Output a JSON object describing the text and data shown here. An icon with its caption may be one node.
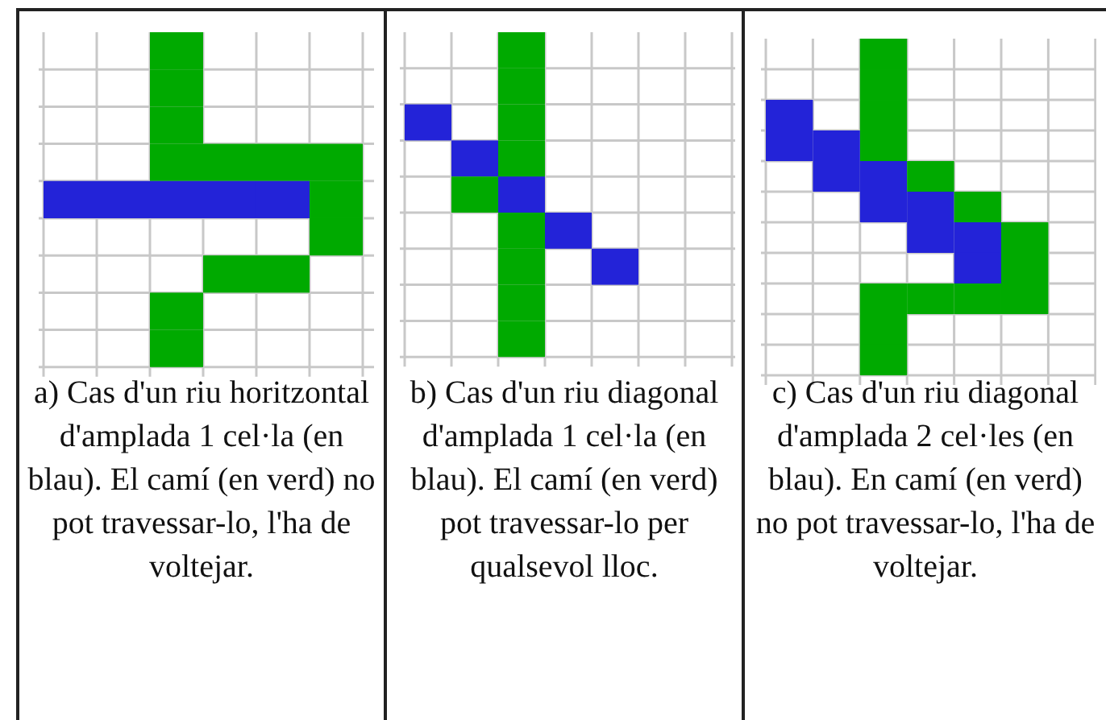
{
  "diagram": {
    "labels": [
      "a) Cas d'un riu horitzontal d'amplada 1 cel·la (en blau). El camí (en verd) no pot travessar-lo, l'ha de voltejar.",
      "b) Cas d'un riu diagonal d'amplada 1 cel·la (en blau). El camí (en verd) pot travessar-lo per qualsevol lloc.",
      "c) Cas d'un riu diagonal d'amplada 2 cel·les (en blau). En camí (en verd) no pot travessar-lo, l'ha de voltejar."
    ]
  }
}
